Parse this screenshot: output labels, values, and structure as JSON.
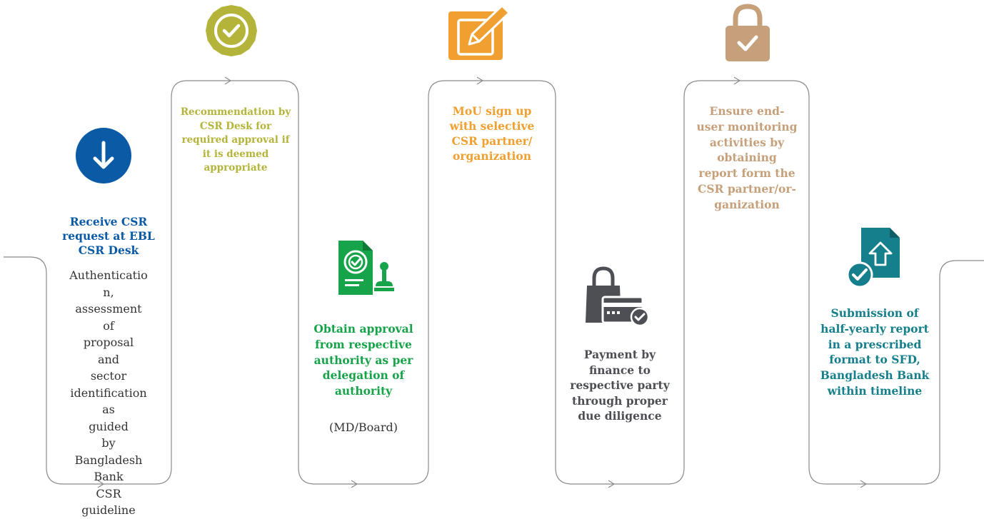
{
  "colors": {
    "line": "#8a8a8a",
    "blue": "#0a5aa6",
    "olive": "#b5b43a",
    "green": "#17a34a",
    "orange": "#f0a030",
    "gray": "#4d4f55",
    "tan": "#c6a07a",
    "teal": "#157f8c"
  },
  "steps": [
    {
      "id": "receive",
      "title": "Receive CSR request at EBL CSR Desk",
      "description": "Authenticatio n, assessment of proposal and sector identification as guided by Bangladesh Bank CSR guideline",
      "icon": "download-arrow-icon"
    },
    {
      "id": "recommend",
      "title": "Recommendation by CSR Desk for required approval if it is deemed appropriate",
      "icon": "check-badge-icon"
    },
    {
      "id": "approve",
      "title": "Obtain approval from respective authority as per delegation of authority",
      "description": "(MD/Board)",
      "icon": "approved-document-stamp-icon"
    },
    {
      "id": "mou",
      "title": "MoU sign up with selective CSR partner/ organization",
      "icon": "edit-pencil-icon"
    },
    {
      "id": "payment",
      "title": "Payment by finance to respective party through proper due diligence",
      "icon": "shopping-bag-card-icon"
    },
    {
      "id": "monitor",
      "title": "Ensure end-user monitoring activities by obtaining report form the CSR partner/or- ganization",
      "icon": "padlock-check-icon"
    },
    {
      "id": "submit",
      "title": "Submission of half-yearly report in a prescribed format to SFD, Bangladesh Bank within timeline",
      "icon": "upload-document-check-icon"
    }
  ]
}
